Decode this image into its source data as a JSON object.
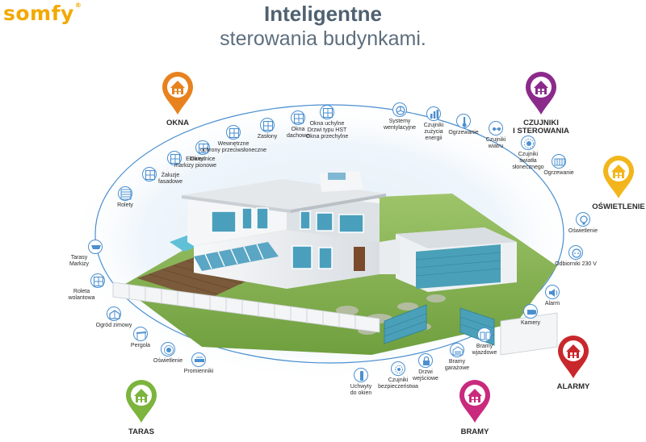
{
  "brand": {
    "name": "somfy",
    "reg": "®",
    "color": "#f2a900"
  },
  "title": {
    "line1": "Inteligentne",
    "line2": "sterowania budynkami."
  },
  "colors": {
    "ring": "#4b8fcf",
    "okna": "#e8821e",
    "czujniki": "#8c2a8c",
    "oswietlenie": "#f2b61c",
    "alarmy": "#c8272c",
    "bramy": "#c92a7e",
    "taras": "#7cb43d"
  },
  "categories": {
    "okna": "OKNA",
    "czujniki_line1": "CZUJNIKI",
    "czujniki_line2": "I STEROWANIA",
    "oswietlenie": "OŚWIETLENIE",
    "alarmy": "ALARMY",
    "bramy": "BRAMY",
    "taras": "TARAS"
  },
  "items": [
    {
      "id": "rolety",
      "lines": [
        "Rolety"
      ],
      "icon": "roller-shutter-icon"
    },
    {
      "id": "zaluzje",
      "lines": [
        "Żaluzje",
        "fasadowe"
      ],
      "icon": "facade-blinds-icon"
    },
    {
      "id": "ekrany",
      "lines": [
        "Ekrany/",
        "markizy pionowe"
      ],
      "icon": "vertical-screen-icon"
    },
    {
      "id": "okiennice",
      "lines": [
        "Okiennice"
      ],
      "icon": "shutters-icon"
    },
    {
      "id": "wewnetrzne",
      "lines": [
        "Wewnętrzne",
        "ochrony przeciwsłoneczne"
      ],
      "icon": "interior-blinds-icon"
    },
    {
      "id": "zaslony",
      "lines": [
        "Zasłony"
      ],
      "icon": "curtains-icon"
    },
    {
      "id": "okna-dachowe",
      "lines": [
        "Okna",
        "dachowe"
      ],
      "icon": "roof-window-icon"
    },
    {
      "id": "okna-uchylne",
      "lines": [
        "Okna uchylne",
        "Drzwi typu HST",
        "Okna przechylne"
      ],
      "icon": "tilt-window-icon"
    },
    {
      "id": "wentylacja",
      "lines": [
        "Systemy",
        "wentylacyjne"
      ],
      "icon": "ventilation-icon"
    },
    {
      "id": "czujniki-energii",
      "lines": [
        "Czujniki",
        "zużycia",
        "energii"
      ],
      "icon": "energy-meter-icon"
    },
    {
      "id": "ogrzewanie1",
      "lines": [
        "Ogrzewanie"
      ],
      "icon": "thermometer-icon"
    },
    {
      "id": "czujniki-wiatru",
      "lines": [
        "Czujniki",
        "wiatru"
      ],
      "icon": "wind-sensor-icon"
    },
    {
      "id": "czujniki-slonca",
      "lines": [
        "Czujniki",
        "światła",
        "słonecznego"
      ],
      "icon": "sun-sensor-icon"
    },
    {
      "id": "ogrzewanie2",
      "lines": [
        "Ogrzewanie"
      ],
      "icon": "radiator-icon"
    },
    {
      "id": "oswietlenie1",
      "lines": [
        "Oświetlenie"
      ],
      "icon": "light-bulb-icon"
    },
    {
      "id": "odbiorniki",
      "lines": [
        "Odbiorniki 230 V"
      ],
      "icon": "plug-icon"
    },
    {
      "id": "alarm",
      "lines": [
        "Alarm"
      ],
      "icon": "speaker-icon"
    },
    {
      "id": "kamery",
      "lines": [
        "Kamery"
      ],
      "icon": "camera-icon"
    },
    {
      "id": "bramy-wjazdowe",
      "lines": [
        "Bramy",
        "wjazdowe"
      ],
      "icon": "swing-gate-icon"
    },
    {
      "id": "bramy-garazowe",
      "lines": [
        "Bramy",
        "garażowe"
      ],
      "icon": "garage-door-icon"
    },
    {
      "id": "drzwi",
      "lines": [
        "Drzwi",
        "wejściowe"
      ],
      "icon": "door-lock-icon"
    },
    {
      "id": "czujniki-bezp",
      "lines": [
        "Czujniki",
        "bezpieczeństwa"
      ],
      "icon": "safety-sensor-icon"
    },
    {
      "id": "uchwyty",
      "lines": [
        "Uchwyty",
        "do okien"
      ],
      "icon": "window-handle-icon"
    },
    {
      "id": "promienniki",
      "lines": [
        "Promienniki"
      ],
      "icon": "heater-icon"
    },
    {
      "id": "oswietlenie2",
      "lines": [
        "Oświetlenie"
      ],
      "icon": "spot-light-icon"
    },
    {
      "id": "pergola",
      "lines": [
        "Pergola"
      ],
      "icon": "pergola-icon"
    },
    {
      "id": "ogrod-zimowy",
      "lines": [
        "Ogród zimowy"
      ],
      "icon": "winter-garden-icon"
    },
    {
      "id": "roleta-wolantowa",
      "lines": [
        "Roleta",
        "wolantowa"
      ],
      "icon": "valance-blind-icon"
    },
    {
      "id": "tarasy",
      "lines": [
        "Tarasy",
        "Markizy"
      ],
      "icon": "awning-icon"
    }
  ]
}
